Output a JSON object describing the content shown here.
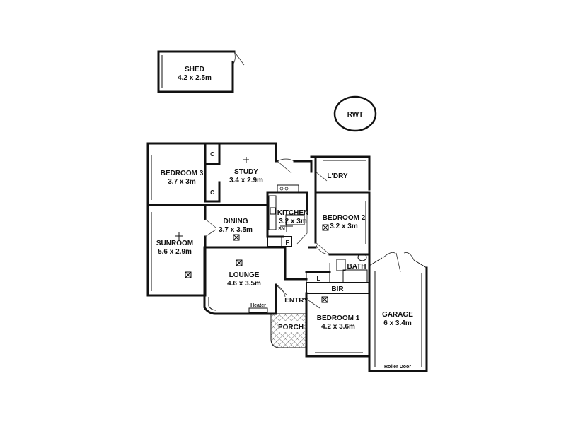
{
  "rooms": {
    "shed": {
      "name": "SHED",
      "dims": "4.2 x 2.5m"
    },
    "rwt": {
      "name": "RWT"
    },
    "bedroom3": {
      "name": "BEDROOM 3",
      "dims": "3.7 x 3m"
    },
    "study": {
      "name": "STUDY",
      "dims": "3.4 x 2.9m"
    },
    "laundry": {
      "name": "L'DRY"
    },
    "kitchen": {
      "name": "KITCHEN",
      "dims": "3.2 x 3m"
    },
    "bedroom2": {
      "name": "BEDROOM 2",
      "dims": "3.2 x 3m"
    },
    "dining": {
      "name": "DINING",
      "dims": "3.7 x 3.5m"
    },
    "sunroom": {
      "name": "SUNROOM",
      "dims": "5.6 x 2.9m"
    },
    "lounge": {
      "name": "LOUNGE",
      "dims": "4.6 x 3.5m"
    },
    "bath": {
      "name": "BATH"
    },
    "bir": {
      "name": "BIR"
    },
    "entry": {
      "name": "ENTRY"
    },
    "porch": {
      "name": "PORCH"
    },
    "bedroom1": {
      "name": "BEDROOM 1",
      "dims": "4.2 x 3.6m"
    },
    "garage": {
      "name": "GARAGE",
      "dims": "6 x 3.4m"
    }
  },
  "fixtures": {
    "cupboard_1": "C",
    "cupboard_2": "C",
    "fridge": "F",
    "linen": "L",
    "heater": "Heater",
    "roller_door": "Roller Door",
    "stove": "SN"
  },
  "icons": [
    "ceiling-fan-icon",
    "ceiling-light-icon",
    "cupboard-icon",
    "door-swing-icon",
    "window-icon"
  ]
}
